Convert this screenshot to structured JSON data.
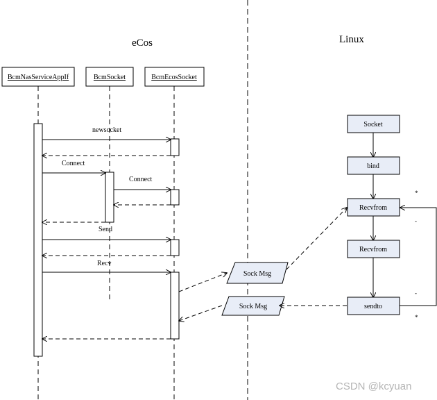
{
  "sections": {
    "left_title": "eCos",
    "right_title": "Linux"
  },
  "lifelines": [
    {
      "name": "BcmNasServiceAppIf"
    },
    {
      "name": "BcmSocket"
    },
    {
      "name": "BcmEcosSocket"
    }
  ],
  "messages": {
    "newsocket": "newsocket",
    "connect1": "Connect",
    "connect2": "Connect",
    "send": "Send",
    "recv": "Recv"
  },
  "linux_boxes": {
    "socket": "Socket",
    "bind": "bind",
    "recvfrom1": "Recvfrom",
    "recvfrom2": "Recvfrom",
    "sendto": "sendto"
  },
  "sock_msgs": {
    "upper": "Sock Msg",
    "lower": "Sock Msg"
  },
  "loop_marks": {
    "m1": "*",
    "m2": "-",
    "m3": "-",
    "m4": "*"
  },
  "watermark": "CSDN @kcyuan",
  "colors": {
    "box_fill": "#e8edf7",
    "line": "#000000",
    "watermark": "#b5b5b5"
  }
}
